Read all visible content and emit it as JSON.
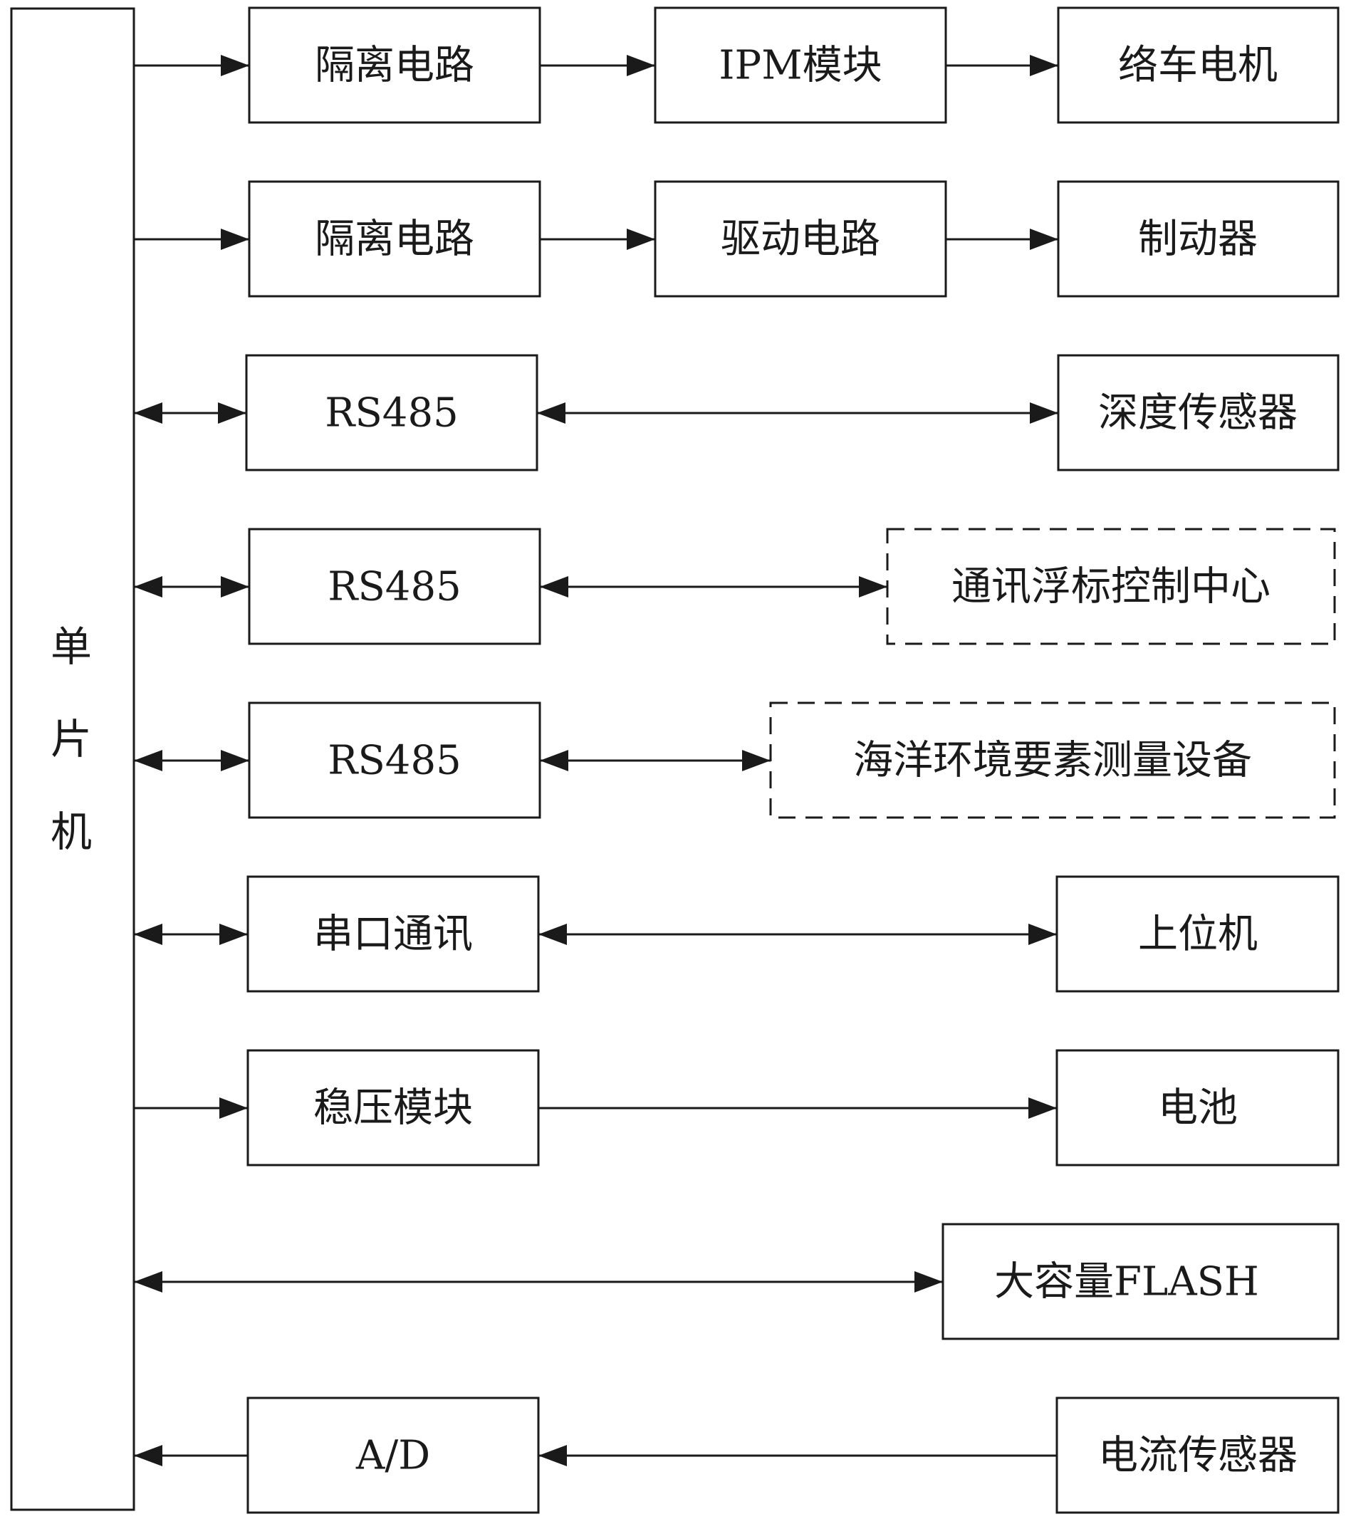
{
  "diagram": {
    "mcu_label_chars": [
      "单",
      "片",
      "机"
    ],
    "rows": [
      {
        "blocks": [
          "隔离电路",
          "IPM模块",
          "络车电机"
        ]
      },
      {
        "blocks": [
          "隔离电路",
          "驱动电路",
          "制动器"
        ]
      },
      {
        "blocks": [
          "RS485",
          "深度传感器"
        ]
      },
      {
        "blocks": [
          "RS485",
          "通讯浮标控制中心"
        ]
      },
      {
        "blocks": [
          "RS485",
          "海洋环境要素测量设备"
        ]
      },
      {
        "blocks": [
          "串口通讯",
          "上位机"
        ]
      },
      {
        "blocks": [
          "稳压模块",
          "电池"
        ]
      },
      {
        "blocks": [
          "大容量FLASH"
        ]
      },
      {
        "blocks": [
          "A/D",
          "电流传感器"
        ]
      }
    ]
  }
}
